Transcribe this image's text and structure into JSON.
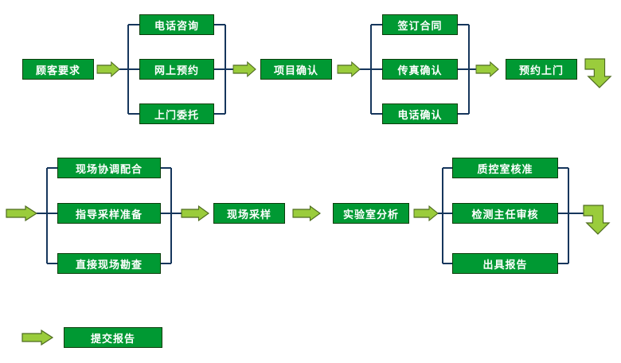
{
  "diagram": {
    "boxes": {
      "customer_request": "顾客要求",
      "phone_consult": "电话咨询",
      "online_booking": "网上预约",
      "door_commission": "上门委托",
      "project_confirm": "项目确认",
      "sign_contract": "签订合同",
      "fax_confirm": "传真确认",
      "phone_confirm": "电话确认",
      "appointment_visit": "预约上门",
      "site_coordination": "现场协调配合",
      "sampling_prep": "指导采样准备",
      "site_survey": "直接现场勘查",
      "site_sampling": "现场采样",
      "lab_analysis": "实验室分析",
      "qc_approval": "质控室核准",
      "director_review": "检测主任审核",
      "issue_report": "出具报告",
      "submit_report": "提交报告"
    },
    "colors": {
      "box_fill": "#009933",
      "box_border": "#0b3d0b",
      "box_text": "#ffffff",
      "arrow_fill": "#9acc3c",
      "arrow_border": "#4e6b1f",
      "line_color": "#16365c",
      "background": "#ffffff"
    }
  }
}
